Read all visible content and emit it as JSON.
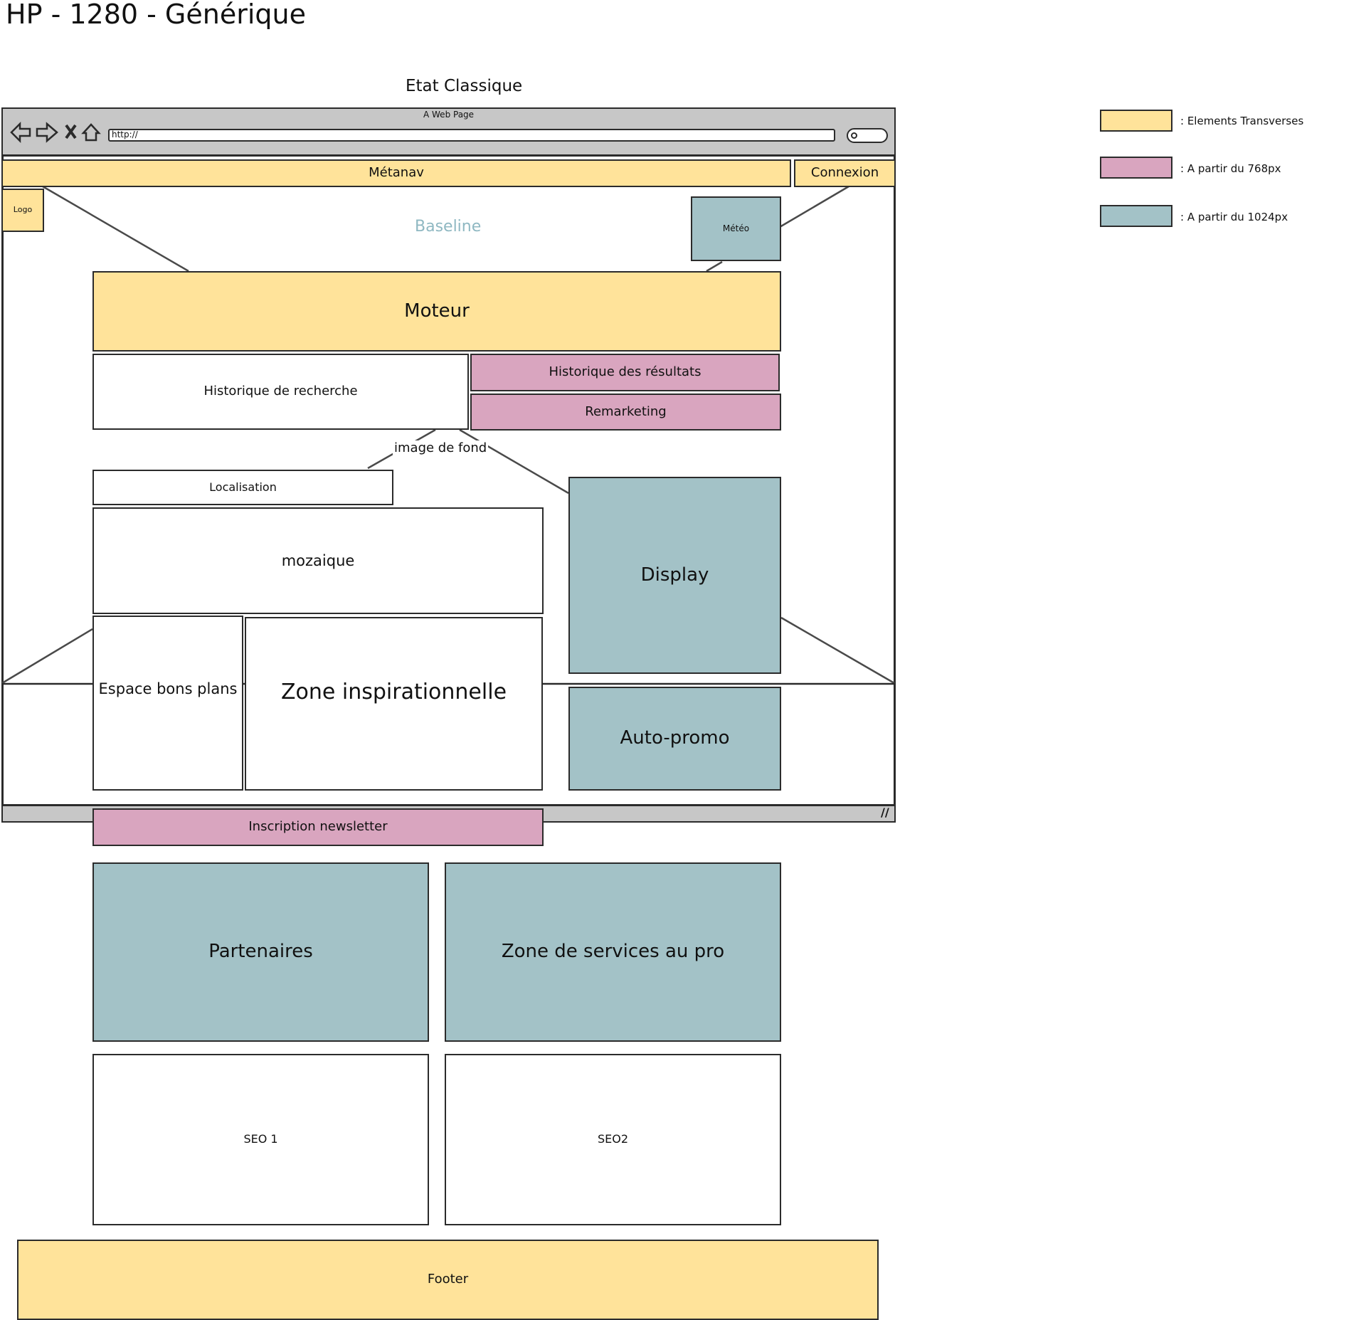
{
  "page_title": "HP - 1280 - Générique",
  "state_title": "Etat Classique",
  "browser": {
    "window_title": "A Web Page",
    "url": "http://"
  },
  "blocks": {
    "metanav": "Métanav",
    "connexion": "Connexion",
    "logo": "Logo",
    "baseline": "Baseline",
    "meteo": "Météo",
    "moteur": "Moteur",
    "historique_recherche": "Historique de recherche",
    "historique_resultats": "Historique des résultats",
    "remarketing": "Remarketing",
    "image_de_fond": "image de fond",
    "localisation": "Localisation",
    "mozaique": "mozaique",
    "display": "Display",
    "espace_bons_plans": "Espace bons plans",
    "zone_inspirationnelle": "Zone inspirationnelle",
    "auto_promo": "Auto-promo",
    "inscription_newsletter": "Inscription newsletter",
    "partenaires": "Partenaires",
    "zone_services_pro": "Zone de services au pro",
    "seo1": "SEO 1",
    "seo2": "SEO2",
    "footer": "Footer"
  },
  "legend": [
    {
      "label": ": Elements Transverses",
      "color": "#ffe39a"
    },
    {
      "label": ": A partir du 768px",
      "color": "#d9a5bf"
    },
    {
      "label": ": A partir du 1024px",
      "color": "#a3c2c7"
    }
  ],
  "colors": {
    "transverse": "#ffe39a",
    "from_768": "#d9a5bf",
    "from_1024": "#a3c2c7",
    "browser_chrome": "#c7c7c7",
    "baseline_text": "#8fb8c2"
  }
}
